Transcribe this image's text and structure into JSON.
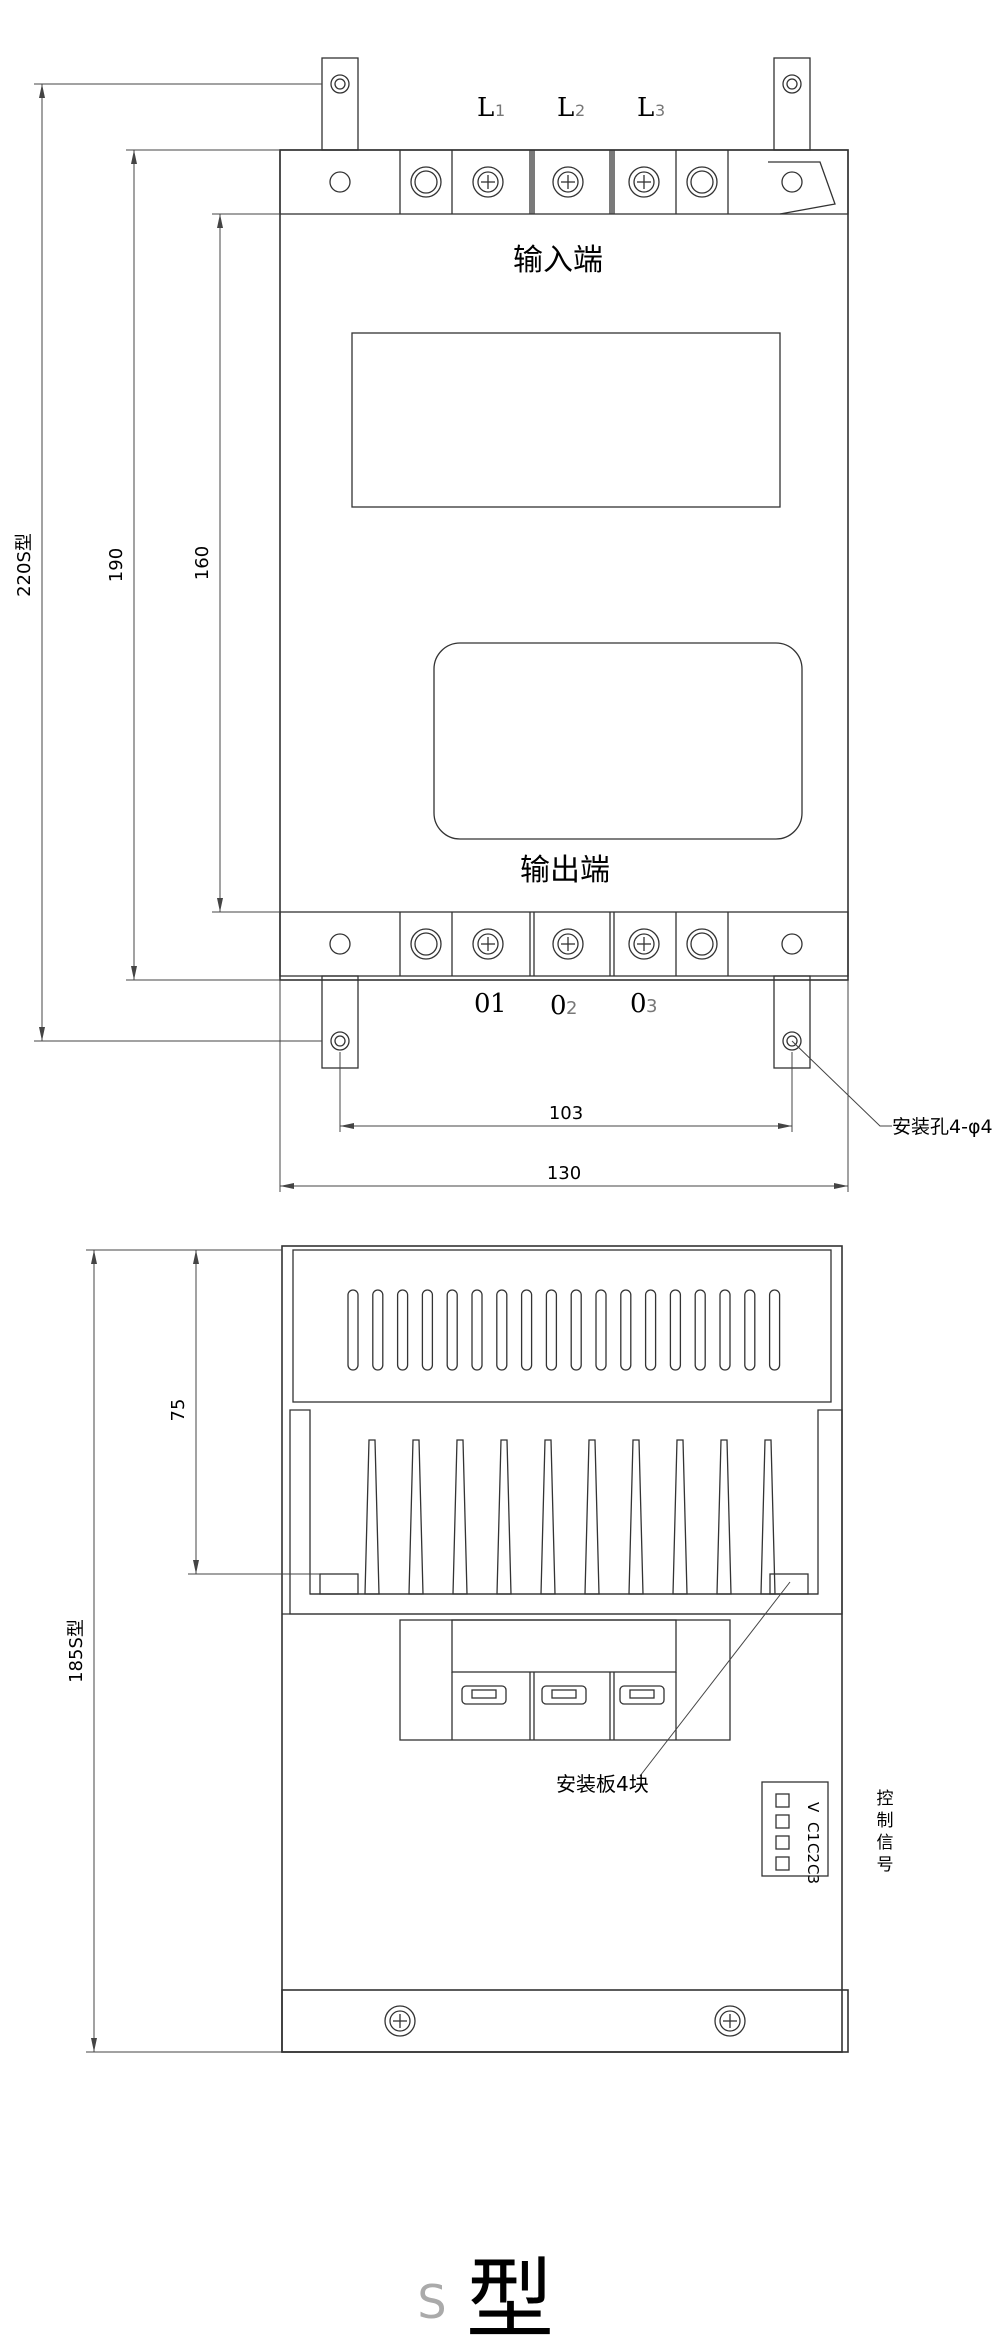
{
  "front_view": {
    "input_labels": [
      {
        "main": "L",
        "sub": "1"
      },
      {
        "main": "L",
        "sub": "2"
      },
      {
        "main": "L",
        "sub": "3"
      }
    ],
    "input_title": "输入端",
    "output_title": "输出端",
    "output_labels": [
      {
        "main": "0",
        "sub": "1"
      },
      {
        "main": "0",
        "sub": "2"
      },
      {
        "main": "0",
        "sub": "3"
      }
    ],
    "dim_220": "220S型",
    "dim_190": "190",
    "dim_160": "160",
    "dim_103": "103",
    "dim_130": "130",
    "mount_hole_note": "安装孔4-φ4"
  },
  "side_view": {
    "dim_75": "75",
    "dim_185": "185S型",
    "mount_plate_note": "安装板4块",
    "connector_pins": [
      "V",
      "C1",
      "C2",
      "C3"
    ],
    "control_signal_label": [
      "控",
      "制",
      "信",
      "号"
    ]
  },
  "footer": {
    "type_prefix": "S",
    "type_char": "型"
  }
}
